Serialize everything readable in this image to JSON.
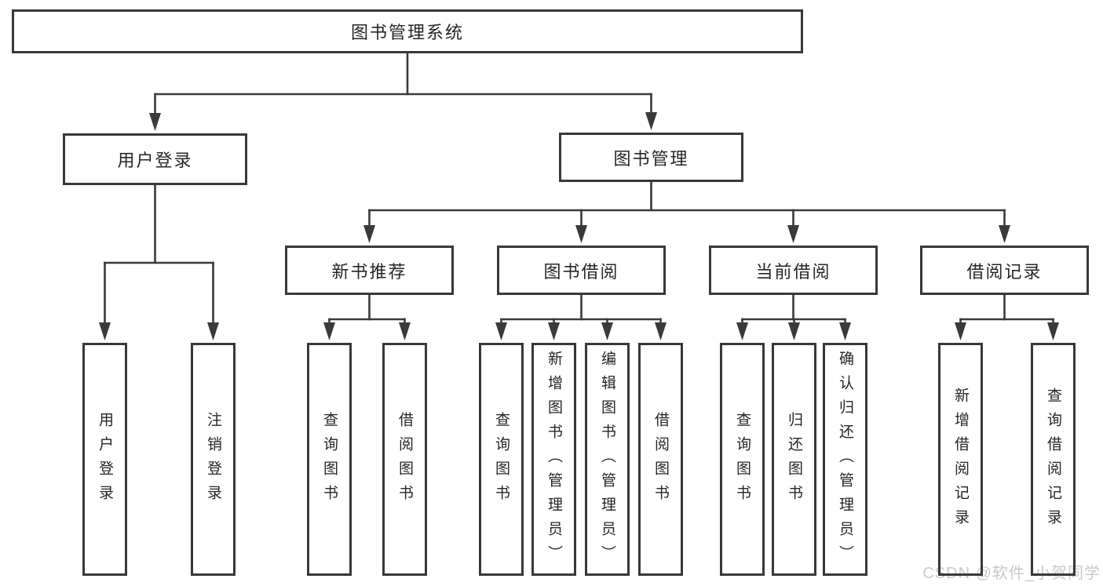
{
  "tree": {
    "label": "图书管理系统",
    "children": [
      {
        "label": "用户登录",
        "children": [
          {
            "label": "用户登录"
          },
          {
            "label": "注销登录"
          }
        ]
      },
      {
        "label": "图书管理",
        "children": [
          {
            "label": "新书推荐",
            "children": [
              {
                "label": "查询图书"
              },
              {
                "label": "借阅图书"
              }
            ]
          },
          {
            "label": "图书借阅",
            "children": [
              {
                "label": "查询图书"
              },
              {
                "label": "新增图书（管理员）"
              },
              {
                "label": "编辑图书（管理员）"
              },
              {
                "label": "借阅图书"
              }
            ]
          },
          {
            "label": "当前借阅",
            "children": [
              {
                "label": "查询图书"
              },
              {
                "label": "归还图书"
              },
              {
                "label": "确认归还（管理员）"
              }
            ]
          },
          {
            "label": "借阅记录",
            "children": [
              {
                "label": "新增借阅记录"
              },
              {
                "label": "查询借阅记录"
              }
            ]
          }
        ]
      }
    ]
  },
  "watermark": "CSDN @软件_小贺同学",
  "colors": {
    "background": "#ffffff",
    "line": "#3a3a3a",
    "box_border": "#383838",
    "box_fill": "#ffffff",
    "text": "#262626",
    "watermark": "#c9c9c9"
  }
}
